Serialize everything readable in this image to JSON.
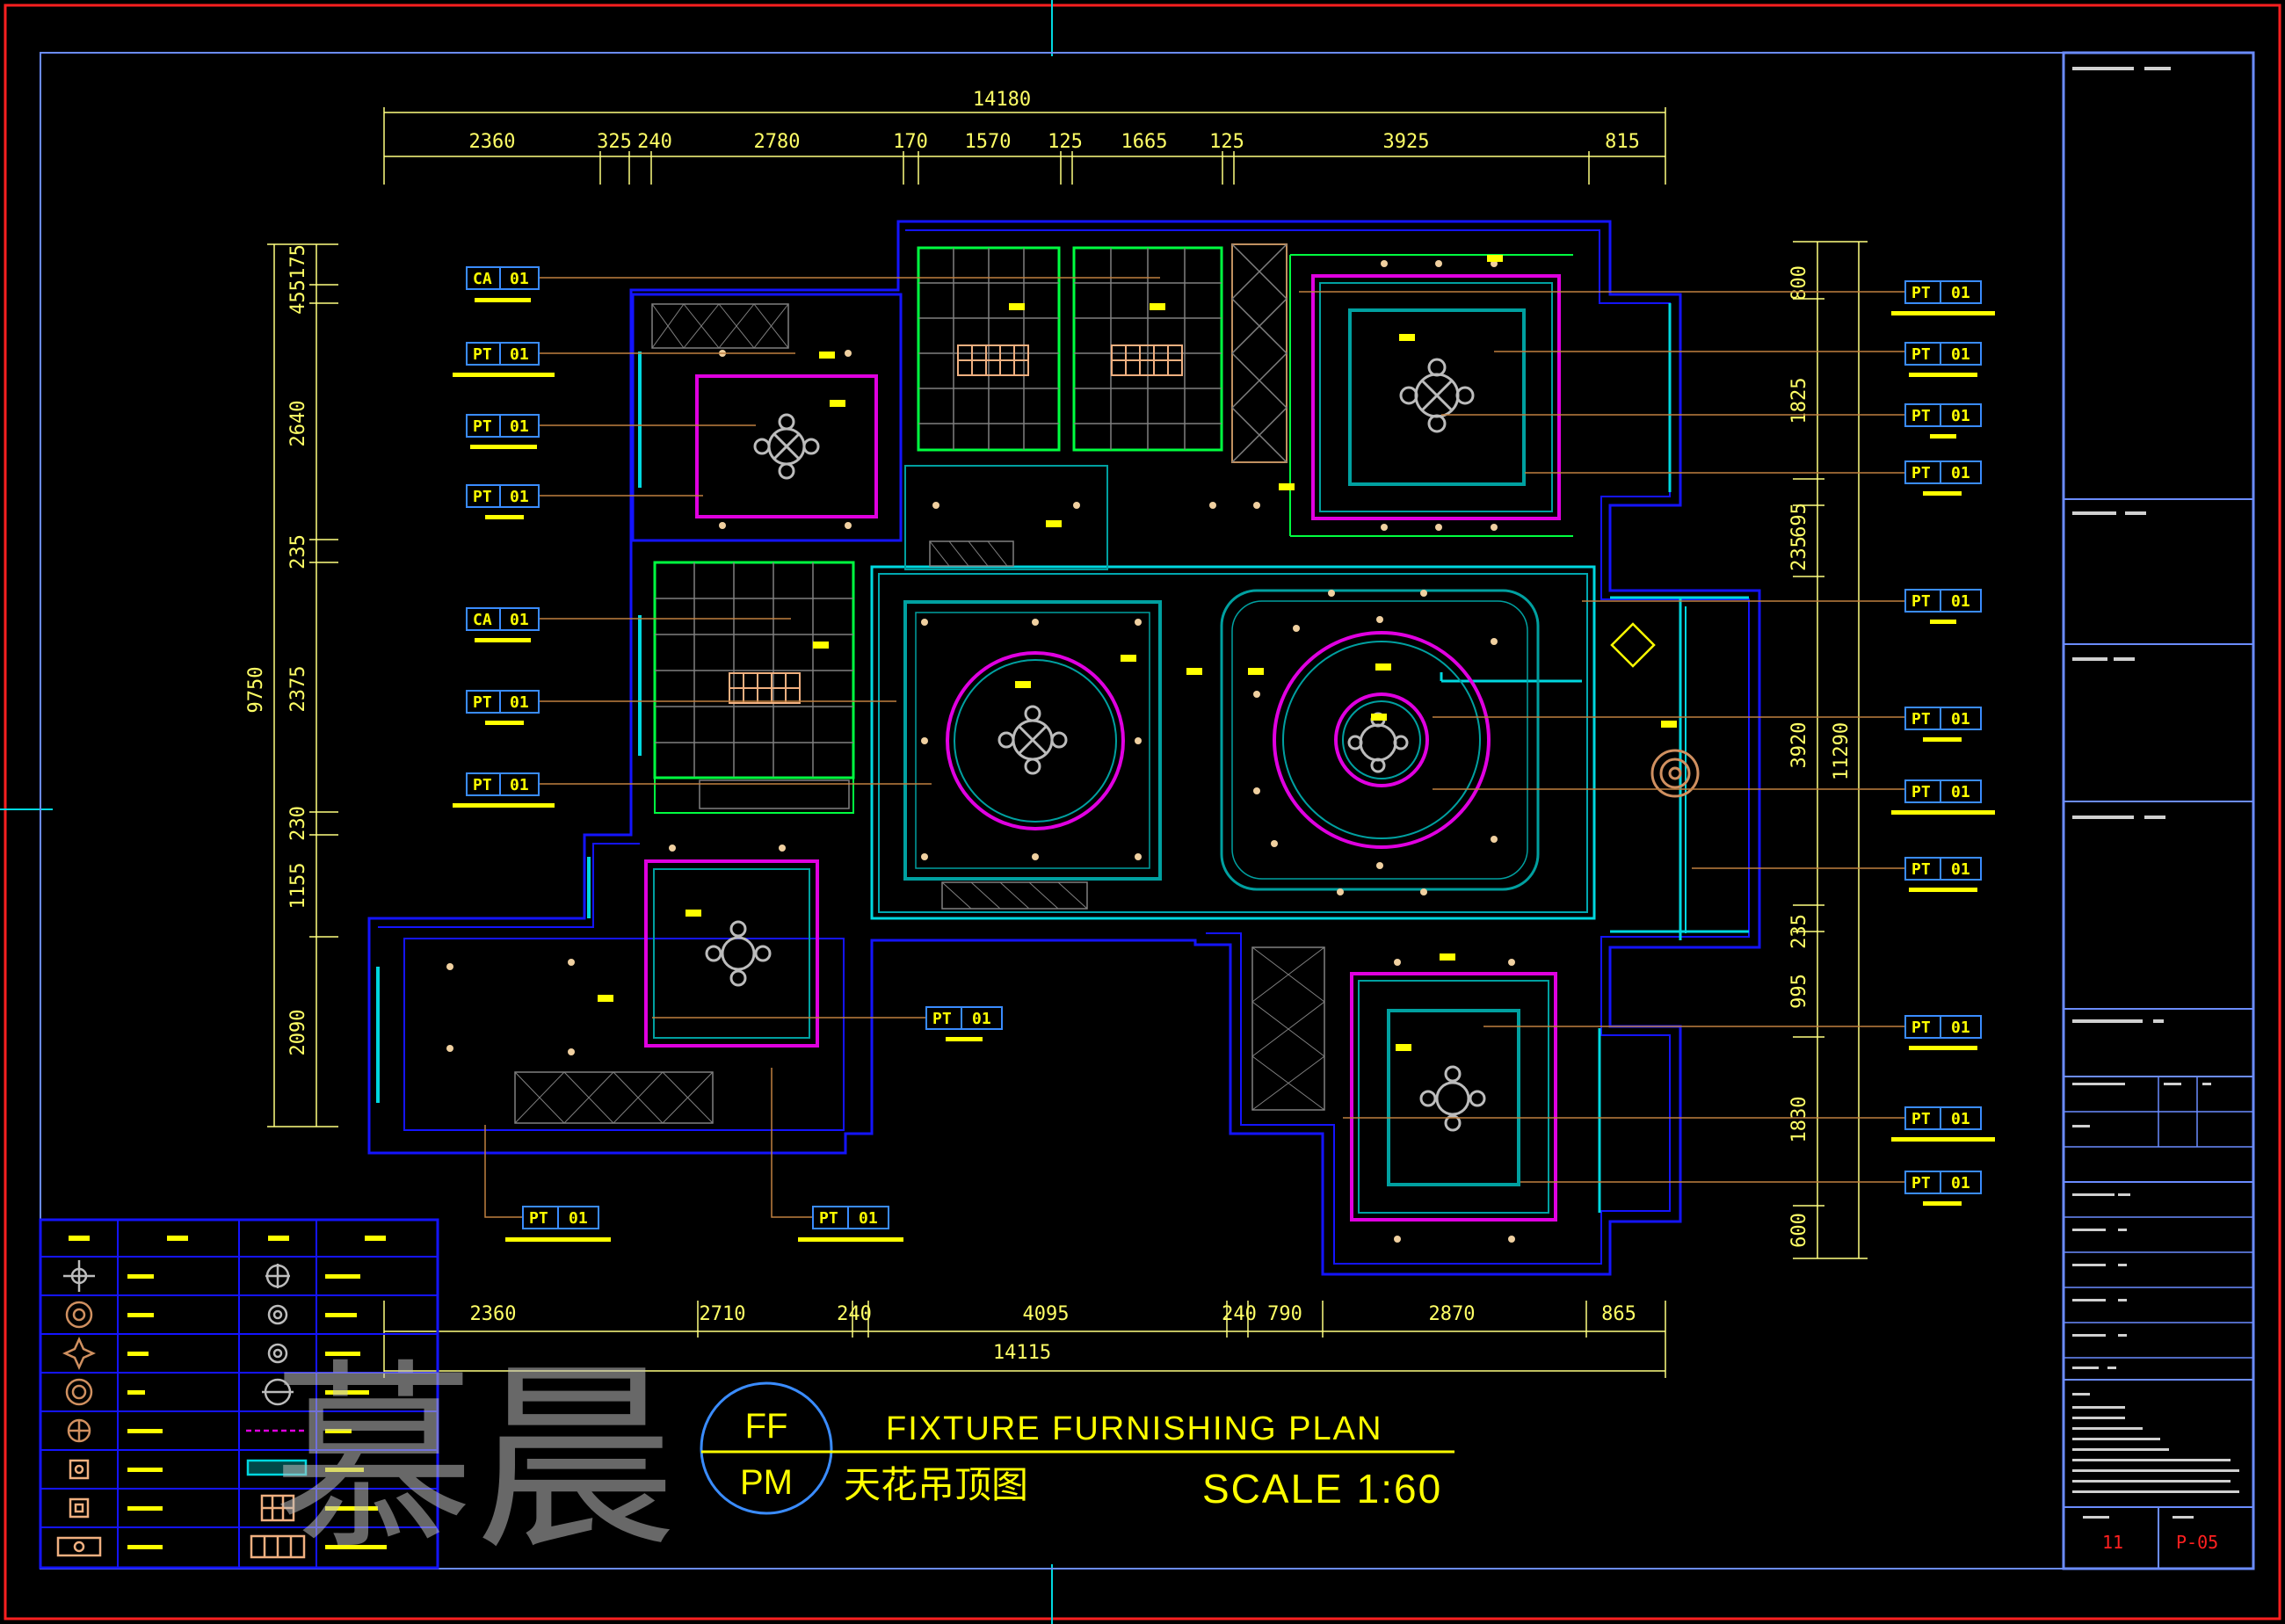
{
  "drawing": {
    "title_en": "FIXTURE FURNISHING PLAN",
    "title_cn": "天花吊顶图",
    "scale": "SCALE 1:60",
    "badge_top": "FF",
    "badge_bottom": "PM",
    "watermark": "慕晨"
  },
  "dimensions": {
    "top_total": "14180",
    "top_segments": [
      "2360",
      "325",
      "240",
      "2780",
      "170",
      "1570",
      "125",
      "1665",
      "125",
      "3925",
      "815"
    ],
    "bottom_total": "14115",
    "bottom_segments": [
      "2360",
      "2710",
      "240",
      "4095",
      "240",
      "790",
      "2870",
      "865"
    ],
    "left_total": "9750",
    "left_segments": [
      "175",
      "455",
      "2640",
      "235",
      "2375",
      "230",
      "1155",
      "2090"
    ],
    "right_total": "11290",
    "right_segments": [
      "800",
      "1825",
      "235",
      "695",
      "3920",
      "235",
      "995",
      "1830",
      "600"
    ]
  },
  "tags_left": [
    {
      "code": "CA",
      "num": "01"
    },
    {
      "code": "PT",
      "num": "01"
    },
    {
      "code": "PT",
      "num": "01"
    },
    {
      "code": "PT",
      "num": "01"
    },
    {
      "code": "CA",
      "num": "01"
    },
    {
      "code": "PT",
      "num": "01"
    },
    {
      "code": "PT",
      "num": "01"
    }
  ],
  "tags_right": [
    {
      "code": "PT",
      "num": "01"
    },
    {
      "code": "PT",
      "num": "01"
    },
    {
      "code": "PT",
      "num": "01"
    },
    {
      "code": "PT",
      "num": "01"
    },
    {
      "code": "PT",
      "num": "01"
    },
    {
      "code": "PT",
      "num": "01"
    },
    {
      "code": "PT",
      "num": "01"
    },
    {
      "code": "PT",
      "num": "01"
    },
    {
      "code": "PT",
      "num": "01"
    },
    {
      "code": "PT",
      "num": "01"
    },
    {
      "code": "PT",
      "num": "01"
    }
  ],
  "tags_bottom": [
    {
      "code": "PT",
      "num": "01"
    },
    {
      "code": "PT",
      "num": "01"
    },
    {
      "code": "PT",
      "num": "01"
    }
  ],
  "title_block": {
    "sheet_count": "11",
    "sheet_no": "P-05"
  },
  "colors": {
    "frame": "#ff0000",
    "border": "#3a6bff",
    "wall_blue": "#1414ff",
    "cyan": "#00d8e0",
    "green": "#00ff40",
    "magenta": "#e000e0",
    "teal": "#00a0a0",
    "yellow": "#ffff00",
    "dim_line": "#ffff80"
  }
}
